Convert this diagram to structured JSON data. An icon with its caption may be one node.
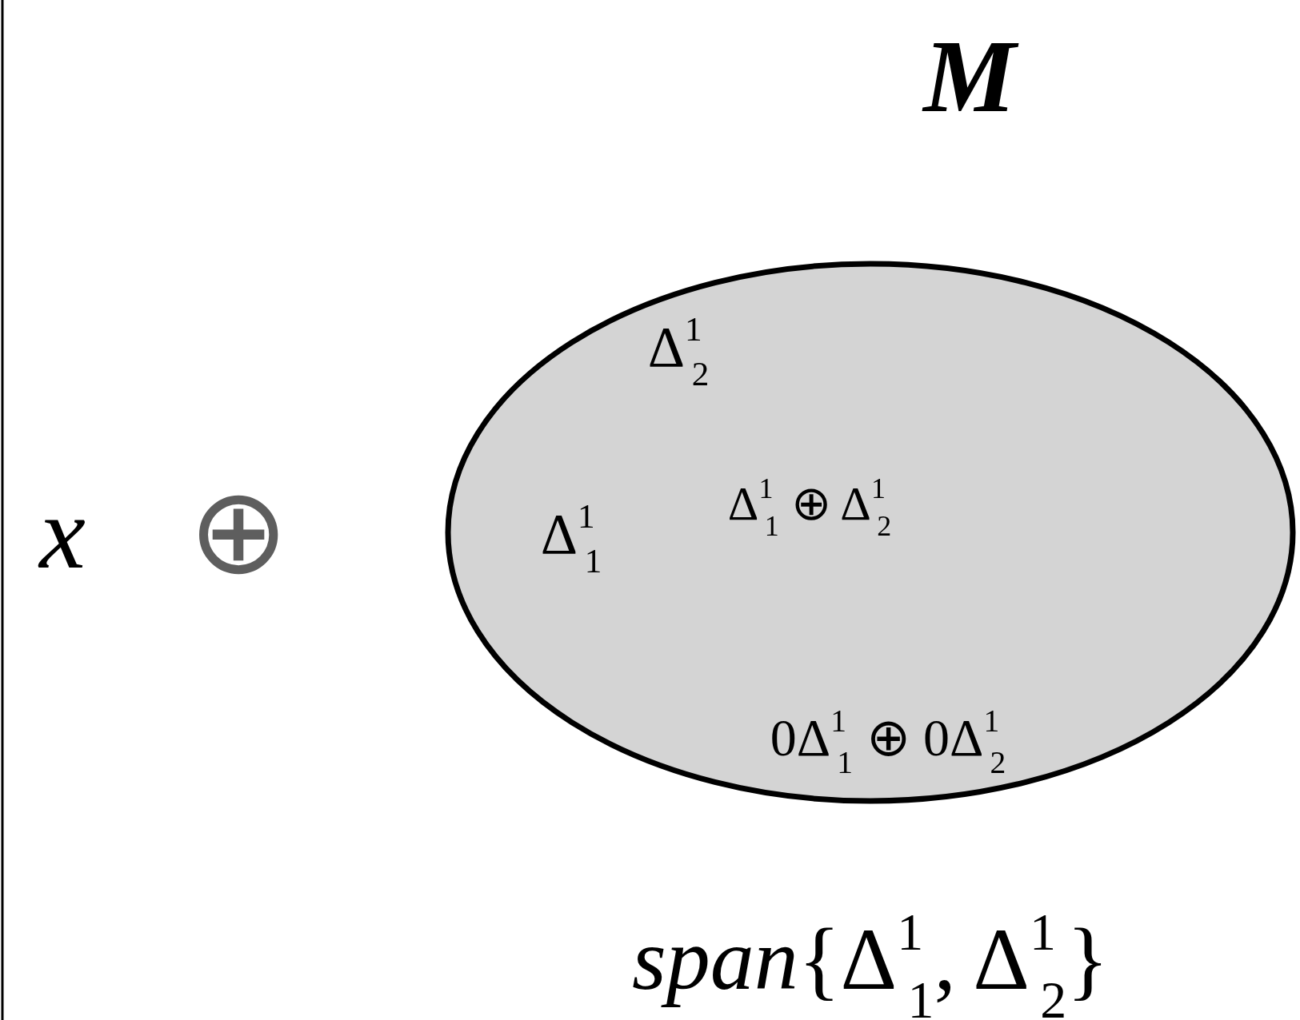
{
  "diagram": {
    "nodes": [
      {
        "text": [
          "Δ$^{1}$$_{2}$",
          "Δ$^{1}$$_{1}$",
          "Δ$^{1}$$_{1}$ ⊕ Δ$^{1}$$_{2}$",
          "0Δ$^{1}$$_{1}$ ⊕ 0Δ$^{1}$$_{2}$"
        ]
      }
    ],
    "labels": [
      "M",
      "x",
      "⊕",
      "*span*{Δ$^{1}$$_{1}$, Δ$^{1}$$_{2}$}"
    ]
  }
}
